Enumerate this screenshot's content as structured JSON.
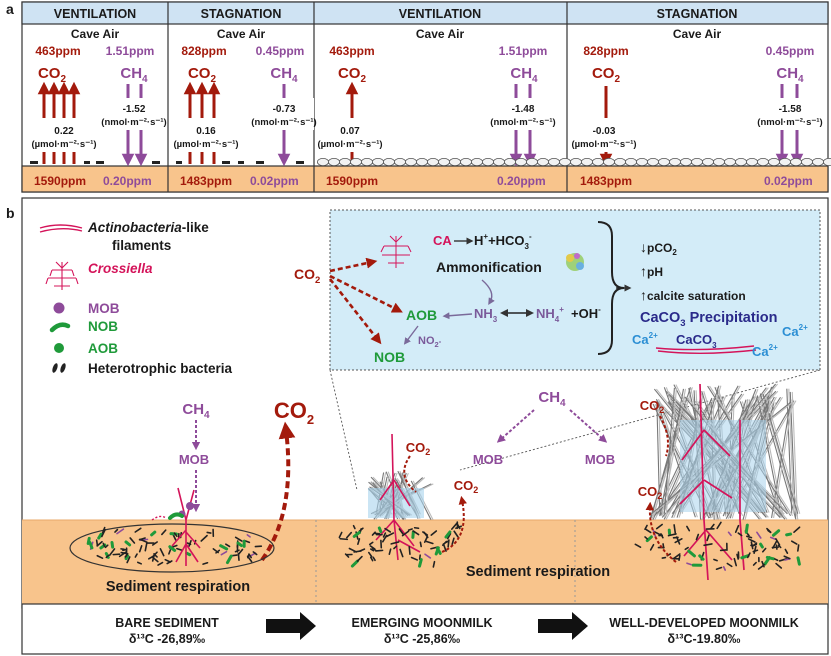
{
  "panel_a": {
    "letter": "a",
    "headers": [
      "VENTILATION",
      "STAGNATION",
      "VENTILATION",
      "STAGNATION"
    ],
    "cave_air": "Cave Air",
    "co2": "CO",
    "co2_sub": "2",
    "ch4": "CH",
    "ch4_sub": "4",
    "flux_unit_co2": "(µmol·m⁻²·s⁻¹)",
    "flux_unit_ch4": "(nmol·m⁻²·s⁻¹)",
    "cols": [
      {
        "co2_air": "463ppm",
        "ch4_air": "1.51ppm",
        "co2_flux": "0.22",
        "ch4_flux": "-1.52",
        "co2_soil": "1590ppm",
        "ch4_soil": "0.20ppm"
      },
      {
        "co2_air": "828ppm",
        "ch4_air": "0.45ppm",
        "co2_flux": "0.16",
        "ch4_flux": "-0.73",
        "co2_soil": "1483ppm",
        "ch4_soil": "0.02ppm"
      },
      {
        "co2_air": "463ppm",
        "ch4_air": "1.51ppm",
        "co2_flux": "0.07",
        "ch4_flux": "-1.48",
        "co2_soil": "1590ppm",
        "ch4_soil": "0.20ppm"
      },
      {
        "co2_air": "828ppm",
        "ch4_air": "0.45ppm",
        "co2_flux": "-0.03",
        "ch4_flux": "-1.58",
        "co2_soil": "1483ppm",
        "ch4_soil": "0.02ppm"
      }
    ]
  },
  "panel_b": {
    "letter": "b",
    "legend": {
      "actino_italic": "Actinobacteria",
      "actino_rest": "-like",
      "filaments": "filaments",
      "crossiella": "Crossiella",
      "mob": "MOB",
      "nob": "NOB",
      "aob": "AOB",
      "hetero": "Heterotrophic bacteria"
    },
    "inset": {
      "co2": "CO",
      "co2_sub": "2",
      "ca": "CA",
      "h_hco3_h": "H",
      "h_hco3_plus": "+",
      "h_hco3_rest": "+HCO",
      "h_hco3_sub": "3",
      "h_hco3_sup": "-",
      "ammonification": "Ammonification",
      "aob": "AOB",
      "nh3": "NH",
      "nh3_sub": "3",
      "nh4": "NH",
      "nh4_sub": "4",
      "nh4_sup": "+",
      "oh": "+OH",
      "oh_sup": "-",
      "no2": "NO",
      "no2_sub": "2",
      "no2_sup": "-",
      "nob": "NOB",
      "pco2": "pCO",
      "pco2_sub": "2",
      "ph": "pH",
      "calcite": "calcite saturation",
      "caco3_prec": "CaCO",
      "caco3_prec_sub": "3",
      "caco3_prec_rest": " Precipitation",
      "ca2": "Ca",
      "ca2_sup": "2+",
      "caco3": "CaCO",
      "caco3_sub": "3"
    },
    "scene": {
      "ch4": "CH",
      "ch4_sub": "4",
      "mob": "MOB",
      "co2": "CO",
      "co2_sub": "2",
      "respiration": "Sediment respiration"
    },
    "stages": [
      {
        "name": "BARE SEDIMENT",
        "delta": "δ¹³C -26,89‰"
      },
      {
        "name": "EMERGING MOONMILK",
        "delta": "δ¹³C -25,86‰"
      },
      {
        "name": "WELL-DEVELOPED MOONMILK",
        "delta": "δ¹³C-19.80‰"
      }
    ]
  },
  "colors": {
    "co2": "#a31a0c",
    "ch4": "#8e4b9a",
    "sediment": "#f8c48c",
    "inset_bg": "#d3ecf8",
    "header_bg": "#cfe3f3",
    "nob_aob": "#1f9a3a",
    "crossiella": "#d4145a",
    "calcium": "#2c8fd4"
  }
}
